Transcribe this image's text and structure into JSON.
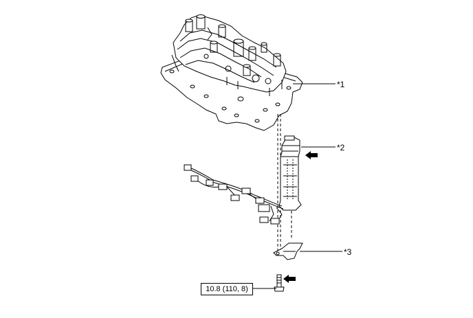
{
  "labels": {
    "part1": "*1",
    "part2": "*2",
    "part3": "*3"
  },
  "torque": {
    "value": "10.8 (110, 8)"
  },
  "colors": {
    "line": "#000000",
    "background": "#ffffff"
  },
  "icons": [
    "arrow-left-icon",
    "bolt-icon"
  ]
}
